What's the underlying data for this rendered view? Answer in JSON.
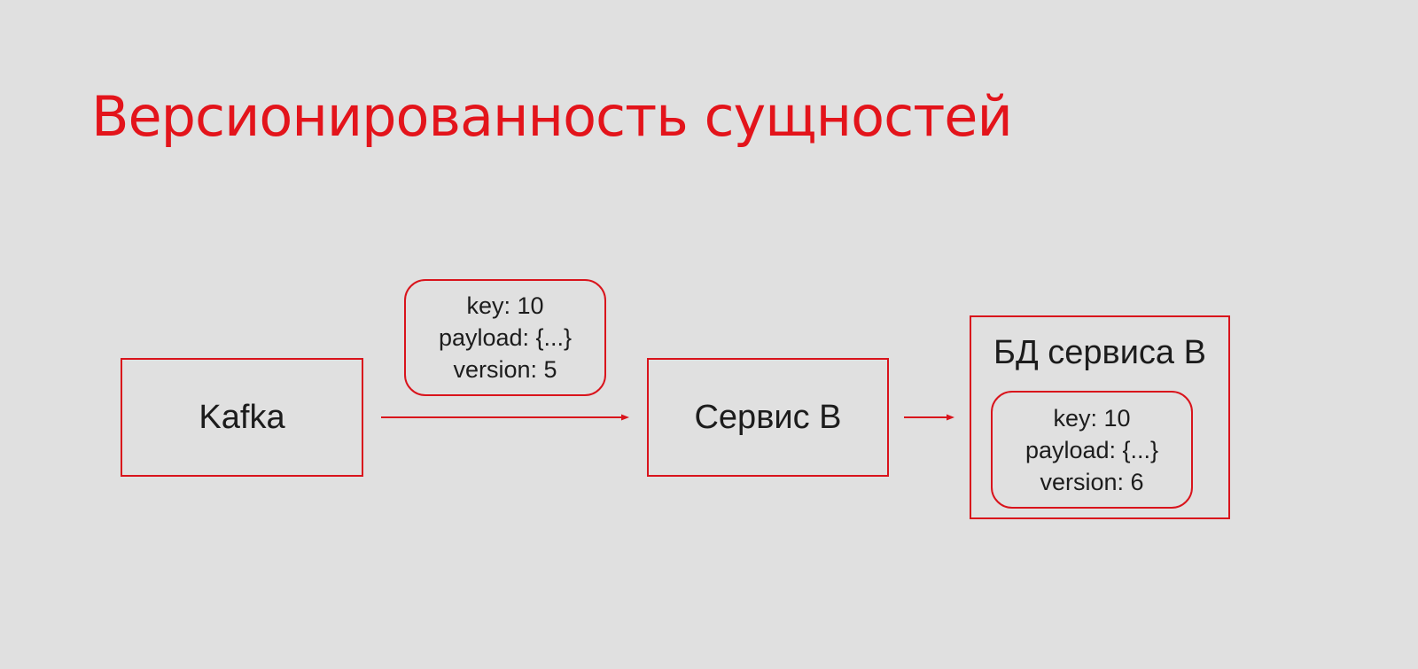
{
  "slide": {
    "title": "Версионированность сущностей",
    "accent_color": "#e3141b",
    "background_color": "#e0e0e0"
  },
  "diagram": {
    "nodes": {
      "kafka": {
        "label": "Kafka"
      },
      "service": {
        "label": "Сервис В"
      },
      "database": {
        "label": "БД сервиса В"
      }
    },
    "messages": {
      "in_flight": {
        "key": "key: 10",
        "payload": "payload: {...}",
        "version": "version: 5"
      },
      "stored": {
        "key": "key: 10",
        "payload": "payload: {...}",
        "version": "version: 6"
      }
    },
    "edges": [
      {
        "from": "kafka",
        "to": "service"
      },
      {
        "from": "service",
        "to": "database"
      }
    ]
  }
}
